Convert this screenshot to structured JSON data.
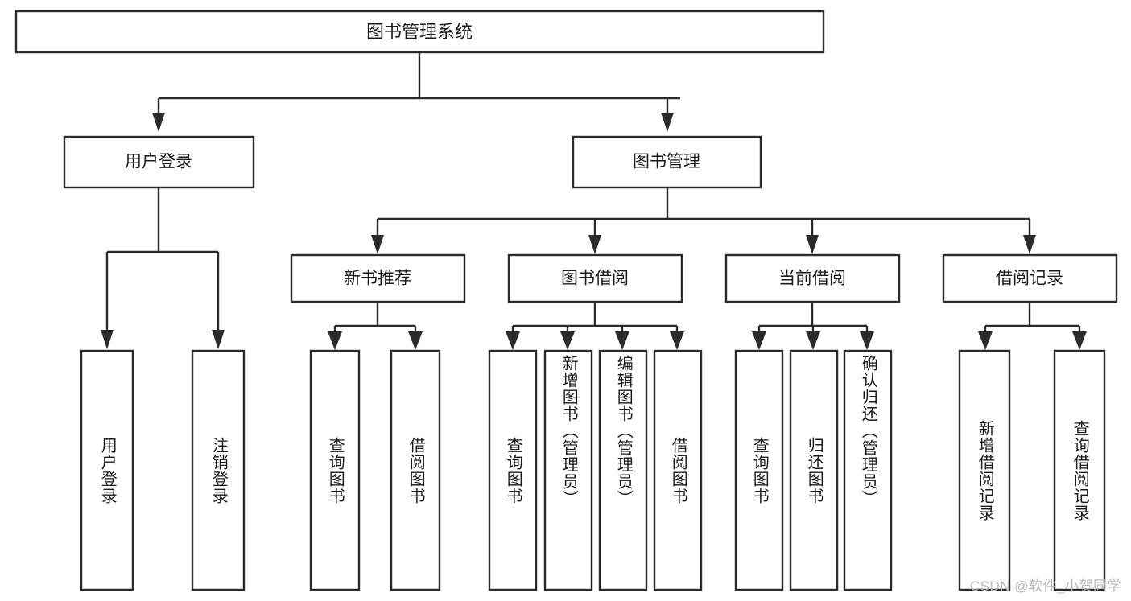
{
  "diagram": {
    "type": "tree",
    "title": "图书管理系统",
    "watermark": "CSDN @软件_小贺同学",
    "colors": {
      "box_stroke": "#2b2b2b",
      "box_fill": "#ffffff",
      "connector": "#2b2b2b",
      "text": "#1a1a1a",
      "watermark": "#b9b9b9",
      "background": "#ffffff"
    },
    "root": {
      "label": "图书管理系统"
    },
    "level2": [
      {
        "label": "用户登录"
      },
      {
        "label": "图书管理"
      }
    ],
    "level3": [
      {
        "label": "新书推荐"
      },
      {
        "label": "图书借阅"
      },
      {
        "label": "当前借阅"
      },
      {
        "label": "借阅记录"
      }
    ],
    "leaves": {
      "user_login": [
        {
          "label": "用户登录"
        },
        {
          "label": "注销登录"
        }
      ],
      "new_book": [
        {
          "label": "查询图书"
        },
        {
          "label": "借阅图书"
        }
      ],
      "book_borrow": [
        {
          "label": "查询图书"
        },
        {
          "label": "新增图书（管理员）"
        },
        {
          "label": "编辑图书（管理员）"
        },
        {
          "label": "借阅图书"
        }
      ],
      "current_borrow": [
        {
          "label": "查询图书"
        },
        {
          "label": "归还图书"
        },
        {
          "label": "确认归还（管理员）"
        }
      ],
      "borrow_record": [
        {
          "label": "新增借阅记录"
        },
        {
          "label": "查询借阅记录"
        }
      ]
    }
  }
}
